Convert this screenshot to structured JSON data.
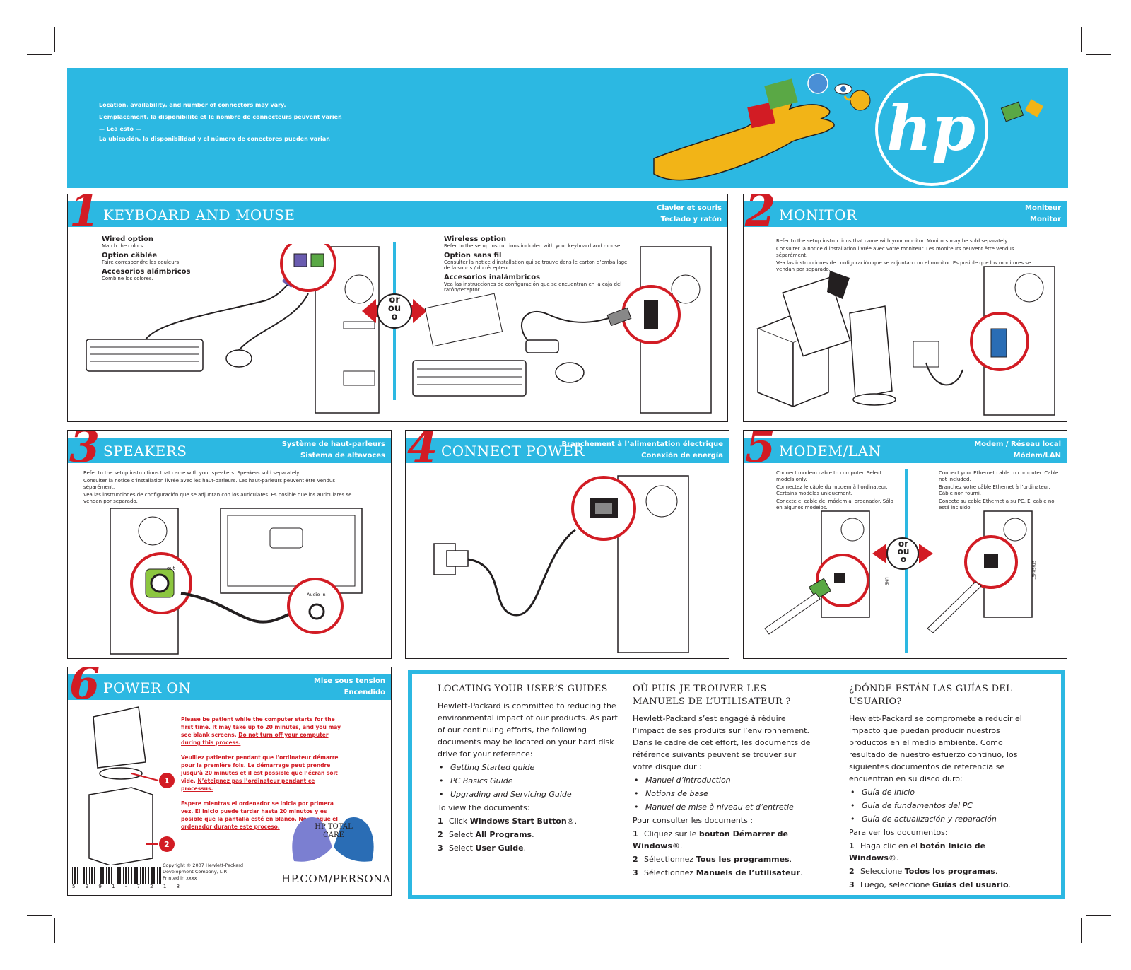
{
  "header": {
    "lines": [
      "Location, availability, and number of connectors may vary.",
      "L’emplacement, la disponibilité et le nombre de connecteurs peuvent varier.",
      "— Lea esto —",
      "La ubicación, la disponibilidad y el número de conectores pueden variar."
    ],
    "logo_text": "hp"
  },
  "colors": {
    "accent": "#2cb8e2",
    "red": "#d21c24",
    "green": "#5aa845",
    "purple": "#6a5cb0",
    "yellow": "#f2b417"
  },
  "steps": {
    "keyboard": {
      "number": "1",
      "title": "Keyboard and Mouse",
      "sub1": "Clavier et souris",
      "sub2": "Teclado y ratón",
      "wired": [
        {
          "title": "Wired option",
          "desc": "Match the colors."
        },
        {
          "title": "Option câblée",
          "desc": "Faire correspondre les couleurs."
        },
        {
          "title": "Accesorios alámbricos",
          "desc": "Combine los colores."
        }
      ],
      "wireless": [
        {
          "title": "Wireless option",
          "desc": "Refer to the setup instructions included with your keyboard and mouse."
        },
        {
          "title": "Option sans fil",
          "desc": "Consulter la notice d’installation qui se trouve dans le carton d’emballage de la souris / du récepteur."
        },
        {
          "title": "Accesorios inalámbricos",
          "desc": "Vea las instrucciones de configuración que se encuentran en la caja del ratón/receptor."
        }
      ],
      "or_words": [
        "or",
        "ou",
        "o"
      ]
    },
    "monitor": {
      "number": "2",
      "title": "Monitor",
      "sub1": "Moniteur",
      "sub2": "Monitor",
      "text": [
        "Refer to the setup instructions that came with your monitor. Monitors may be sold separately.",
        "Consulter la notice d’installation livrée avec votre moniteur. Les moniteurs peuvent être vendus séparément.",
        "Vea las instrucciones de configuración que se adjuntan con el monitor. Es posible que los monitores se vendan por separado."
      ]
    },
    "speakers": {
      "number": "3",
      "title": "Speakers",
      "sub1": "Système de haut-parleurs",
      "sub2": "Sistema de altavoces",
      "text": [
        "Refer to the setup instructions that came with your speakers. Speakers sold separately.",
        "Consulter la notice d’installation livrée avec les haut-parleurs. Les haut-parleurs peuvent être vendus séparément.",
        "Vea las instrucciones de configuración que se adjuntan con los auriculares. Es posible que los auriculares se vendan por separado."
      ],
      "out_label": "out",
      "audio_in_label": "Audio In"
    },
    "power": {
      "number": "4",
      "title": "Connect Power",
      "sub1": "Branchement à l’alimentation électrique",
      "sub2": "Conexión de energía"
    },
    "modem": {
      "number": "5",
      "title": "Modem/LAN",
      "sub1": "Modem / Réseau local",
      "sub2": "Módem/LAN",
      "modem_text": [
        "Connect modem cable to computer. Select models only.",
        "Connectez le câble du modem à l’ordinateur. Certains modèles uniquement.",
        "Conecte el cable del módem al ordenador. Sólo en algunos modelos."
      ],
      "lan_text": [
        "Connect your Ethernet cable to computer. Cable not included.",
        "Branchez votre câble Ethernet à l’ordinateur. Câble non fourni.",
        "Conecte su cable Ethernet a su PC. El cable no está incluido."
      ],
      "line_label": "LINE",
      "ethernet_label": "ETHERNET",
      "or_words": [
        "or",
        "ou",
        "o"
      ]
    },
    "poweron": {
      "number": "6",
      "title": "Power On",
      "sub1": "Mise sous tension",
      "sub2": "Encendido",
      "note_en": "Please be patient while the computer starts for the first time. It may take up to 20 minutes, and you may see blank screens.",
      "note_en_u": "Do not turn off your computer during this process.",
      "note_fr": "Veuillez patienter pendant que l’ordinateur démarre pour la première fois. Le démarrage peut prendre jusqu’à 20 minutes et il est possible que l’écran soit vide.",
      "note_fr_u": "N’éteignez pas l’ordinateur pendant ce processus.",
      "note_es": "Espere mientras el ordenador se inicia por primera vez. El inicio puede tardar hasta 20 minutos y es posible que la pantalla esté en blanco.",
      "note_es_u": "No apague el ordenador durante este proceso.",
      "callout1": "1",
      "callout2": "2",
      "copyright": [
        "Copyright © 2007 Hewlett-Packard",
        "Development Company, L.P.",
        "Printed in xxxx"
      ],
      "barcode_number": "5 9 9 1 - 7 2 1 8",
      "total_care": [
        "HP TOTAL",
        "CARE"
      ],
      "hp_url": "HP.COM/PERSONAL"
    }
  },
  "guides": {
    "en": {
      "title": "Locating your User’s Guides",
      "intro": "Hewlett-Packard is committed to reducing the environmental impact of our products. As part of our continuing efforts, the following documents may be located on your hard disk drive for your reference:",
      "items": [
        "Getting Started guide",
        "PC Basics Guide",
        "Upgrading and Servicing Guide"
      ],
      "view": "To view the documents:",
      "steps": [
        {
          "n": "1",
          "pre": "Click ",
          "bold": "Windows Start Button",
          "post": "®."
        },
        {
          "n": "2",
          "pre": "Select ",
          "bold": "All Programs",
          "post": "."
        },
        {
          "n": "3",
          "pre": "Select ",
          "bold": "User Guide",
          "post": "."
        }
      ]
    },
    "fr": {
      "title": "Où puis-je trouver les manuels de l’utilisateur ?",
      "intro": "Hewlett-Packard s’est engagé à réduire l’impact de ses produits sur l’environnement. Dans le cadre de cet effort, les documents de référence suivants peuvent se trouver sur votre disque dur :",
      "items": [
        "Manuel d’introduction",
        "Notions de base",
        "Manuel de mise à niveau et d’entretie"
      ],
      "view": "Pour consulter les documents :",
      "steps": [
        {
          "n": "1",
          "pre": "Cliquez sur le ",
          "bold": "bouton Démarrer de Windows",
          "post": "®."
        },
        {
          "n": "2",
          "pre": "Sélectionnez ",
          "bold": "Tous les programmes",
          "post": "."
        },
        {
          "n": "3",
          "pre": "Sélectionnez ",
          "bold": "Manuels de l’utilisateur",
          "post": "."
        }
      ]
    },
    "es": {
      "title": "¿Dónde están las guías del usuario?",
      "intro": "Hewlett-Packard se compromete a reducir el impacto que puedan producir nuestros productos en el medio ambiente. Como resultado de nuestro esfuerzo continuo, los siguientes documentos de referencia se encuentran en su disco duro:",
      "items": [
        "Guía de inicio",
        "Guía de fundamentos del PC",
        "Guía de actualización y reparación"
      ],
      "view": "Para ver los documentos:",
      "steps": [
        {
          "n": "1",
          "pre": "Haga clic en el ",
          "bold": "botón Inicio de Windows",
          "post": "®."
        },
        {
          "n": "2",
          "pre": "Seleccione ",
          "bold": "Todos los programas",
          "post": "."
        },
        {
          "n": "3",
          "pre": "Luego, seleccione ",
          "bold": "Guías del usuario",
          "post": "."
        }
      ]
    }
  }
}
